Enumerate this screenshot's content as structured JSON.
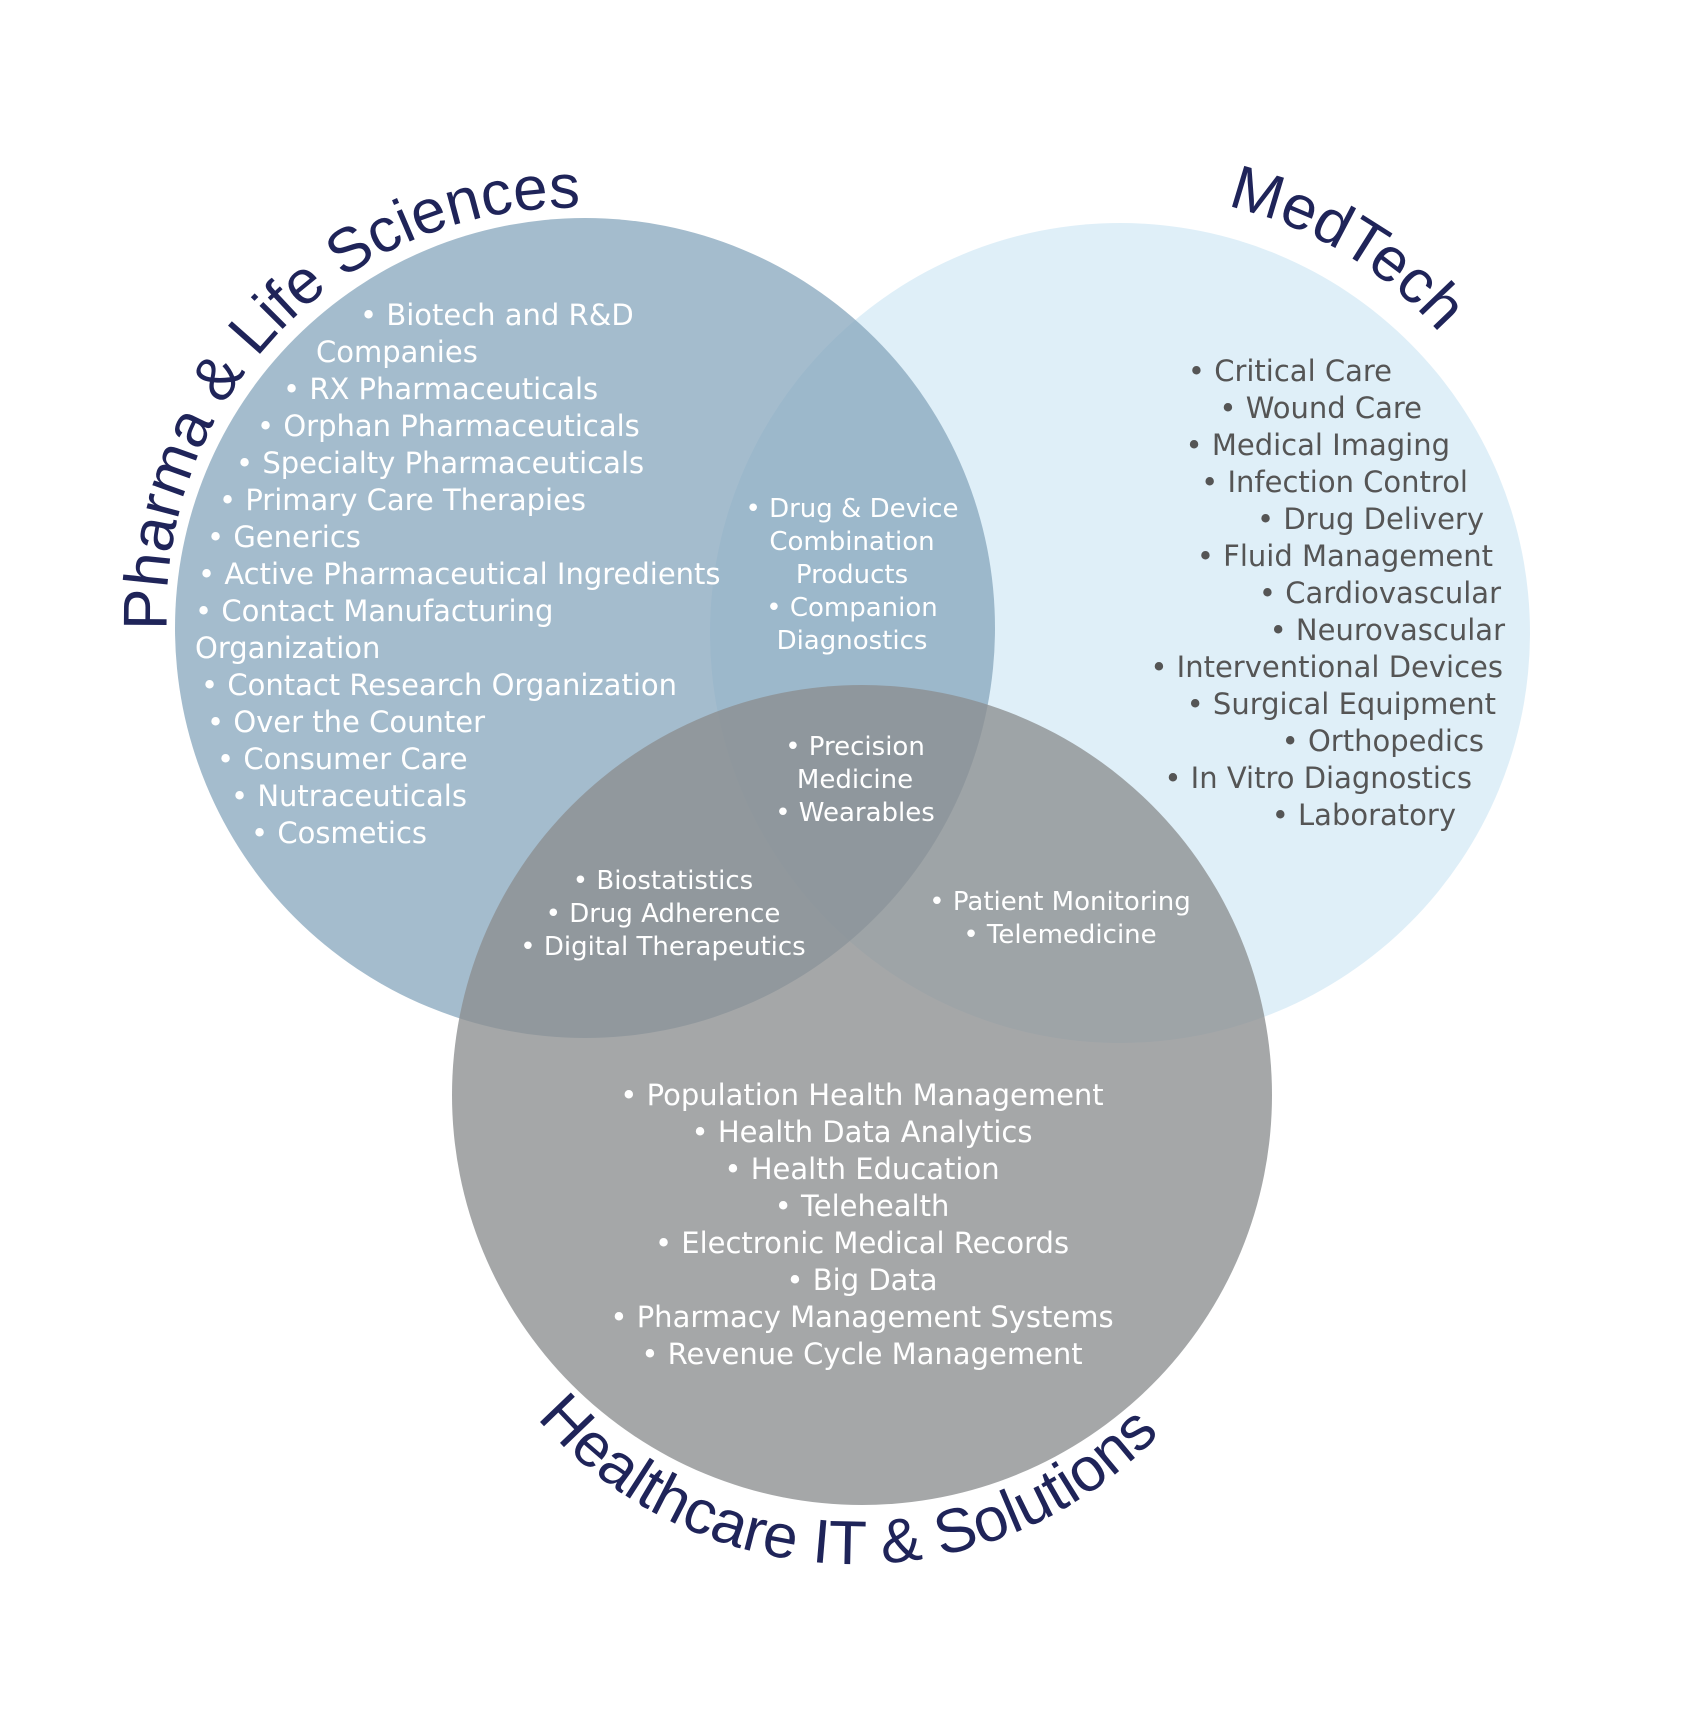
{
  "colors": {
    "title": "#1f2459",
    "text_light": "#ffffff",
    "text_dark": "#555555",
    "pharma_circle": "#86a6bc",
    "medtech_circle": "#d4eaf5",
    "it_circle": "#8c8e8f"
  },
  "titles": {
    "pharma": "Pharma & Life Sciences",
    "medtech": "MedTech",
    "it": "Healthcare IT & Solutions"
  },
  "pharma_items": [
    "• Biotech and R&D",
    "Companies",
    "• RX Pharmaceuticals",
    "• Orphan Pharmaceuticals",
    "• Specialty Pharmaceuticals",
    "• Primary Care Therapies",
    "• Generics",
    "• Active Pharmaceutical Ingredients",
    "• Contact Manufacturing",
    "Organization",
    "• Contact Research Organization",
    "• Over the Counter",
    "• Consumer Care",
    "• Nutraceuticals",
    "• Cosmetics"
  ],
  "medtech_items": [
    "• Critical Care",
    "• Wound Care",
    "• Medical Imaging",
    "• Infection Control",
    "• Drug Delivery",
    "• Fluid Management",
    "• Cardiovascular",
    "• Neurovascular",
    "• Interventional Devices",
    "• Surgical Equipment",
    "• Orthopedics",
    "• In Vitro Diagnostics",
    "• Laboratory"
  ],
  "it_items": [
    "• Population Health Management",
    "• Health Data Analytics",
    "• Health Education",
    "• Telehealth",
    "• Electronic Medical Records",
    "• Big Data",
    "• Pharmacy Management Systems",
    "• Revenue Cycle Management"
  ],
  "pharma_medtech_items": [
    "• Drug & Device",
    "Combination",
    "Products",
    "• Companion",
    "Diagnostics"
  ],
  "all_three_items": [
    "• Precision",
    "Medicine",
    "• Wearables"
  ],
  "pharma_it_items": [
    "• Biostatistics",
    "• Drug Adherence",
    "• Digital Therapeutics"
  ],
  "medtech_it_items": [
    "• Patient Monitoring",
    "• Telemedicine"
  ]
}
